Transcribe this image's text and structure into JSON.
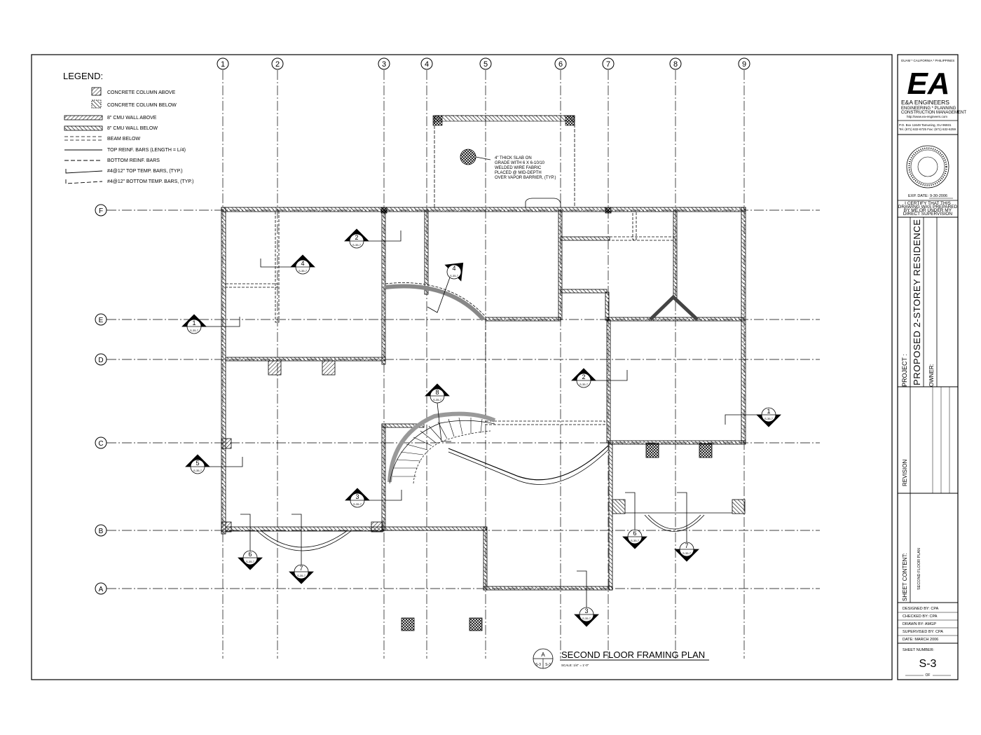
{
  "legend": {
    "title": "LEGEND:",
    "items": [
      "CONCRETE COLUMN ABOVE",
      "CONCRETE COLUMN BELOW",
      "8\" CMU WALL ABOVE",
      "8\" CMU WALL BELOW",
      "BEAM BELOW",
      "TOP REINF. BARS (LENGTH = L/4)",
      "BOTTOM REINF. BARS",
      "#4@12\" TOP TEMP. BARS, (TYP.)",
      "#4@12\" BOTTOM TEMP. BARS, (TYP.)"
    ]
  },
  "grid": {
    "columns": [
      "1",
      "2",
      "3",
      "4",
      "5",
      "6",
      "7",
      "8",
      "9"
    ],
    "rows": [
      "F",
      "E",
      "D",
      "C",
      "B",
      "A"
    ]
  },
  "slab_note": [
    "4\" THICK SLAB ON",
    "GRADE WITH 6 X 6-10/10",
    "WELDED WIRE FABRIC",
    "PLACED @ MID-DEPTH",
    "OVER VAPOR BARRIER, (TYP.)"
  ],
  "section_markers": [
    {
      "num": "2",
      "ref": "S-35-7"
    },
    {
      "num": "4",
      "ref": "S-35-7"
    },
    {
      "num": "4",
      "ref": "S-35-7"
    },
    {
      "num": "1",
      "ref": "S-35-7"
    },
    {
      "num": "2",
      "ref": "S-35-7"
    },
    {
      "num": "8",
      "ref": "S-35-7"
    },
    {
      "num": "1",
      "ref": "S-35-7"
    },
    {
      "num": "5",
      "ref": "S-35-7"
    },
    {
      "num": "3",
      "ref": "S-35-7"
    },
    {
      "num": "6",
      "ref": "S-35-7"
    },
    {
      "num": "7",
      "ref": "S-35-7"
    },
    {
      "num": "6",
      "ref": "S-35-7"
    },
    {
      "num": "7",
      "ref": "S-35-7"
    },
    {
      "num": "3",
      "ref": "S-35-7"
    }
  ],
  "drawing_title": {
    "tag": "A",
    "sheet_left": "S-3",
    "sheet_right": "S-3",
    "title": "SECOND FLOOR FRAMING PLAN",
    "scale": "SCALE: 1/4\" = 1'-0\""
  },
  "title_block": {
    "locations": "GUAM * CALIFORNIA * PHILIPPINES",
    "logo_text": "EA",
    "company": "E&A ENGINEERS",
    "services_1": "ENGINEERING * PLANNING",
    "services_2": "CONSTRUCTION MANAGEMENT",
    "website": "http://www.ea-engineers.com",
    "address": "P.O. Box 11649 Tamuning, GU 96931",
    "phone": "Tel. (671) 632-6725  Fax: (671) 632-6259",
    "exp_date_label": "EXP. DATE:",
    "exp_date": "9-30-2006",
    "certify": [
      "I CERTIFY THAT THIS",
      "DRAWING WAS PREPARED",
      "BY ME OR UNDER MY",
      "DIRECT SUPERVISION"
    ],
    "project_label": "PROJECT :",
    "project_name": "PROPOSED 2-STOREY RESIDENCE",
    "owner_label": "OWNER:",
    "revision_label": "REVISION",
    "sheet_content_label": "SHEET CONTENT:",
    "sheet_content": "SECOND FLOOR PLAN",
    "designed_by": "DESIGNED BY: CPA",
    "checked_by": "CHECKED BY: CPA",
    "drawn_by": "DRAWN BY: AMGP",
    "supervised_by": "SUPERVISED BY: CPA",
    "date": "DATE: MARCH 2006",
    "sheet_number_label": "SHEET NUMBER:",
    "sheet_number": "S-3",
    "of_label": "OF"
  }
}
